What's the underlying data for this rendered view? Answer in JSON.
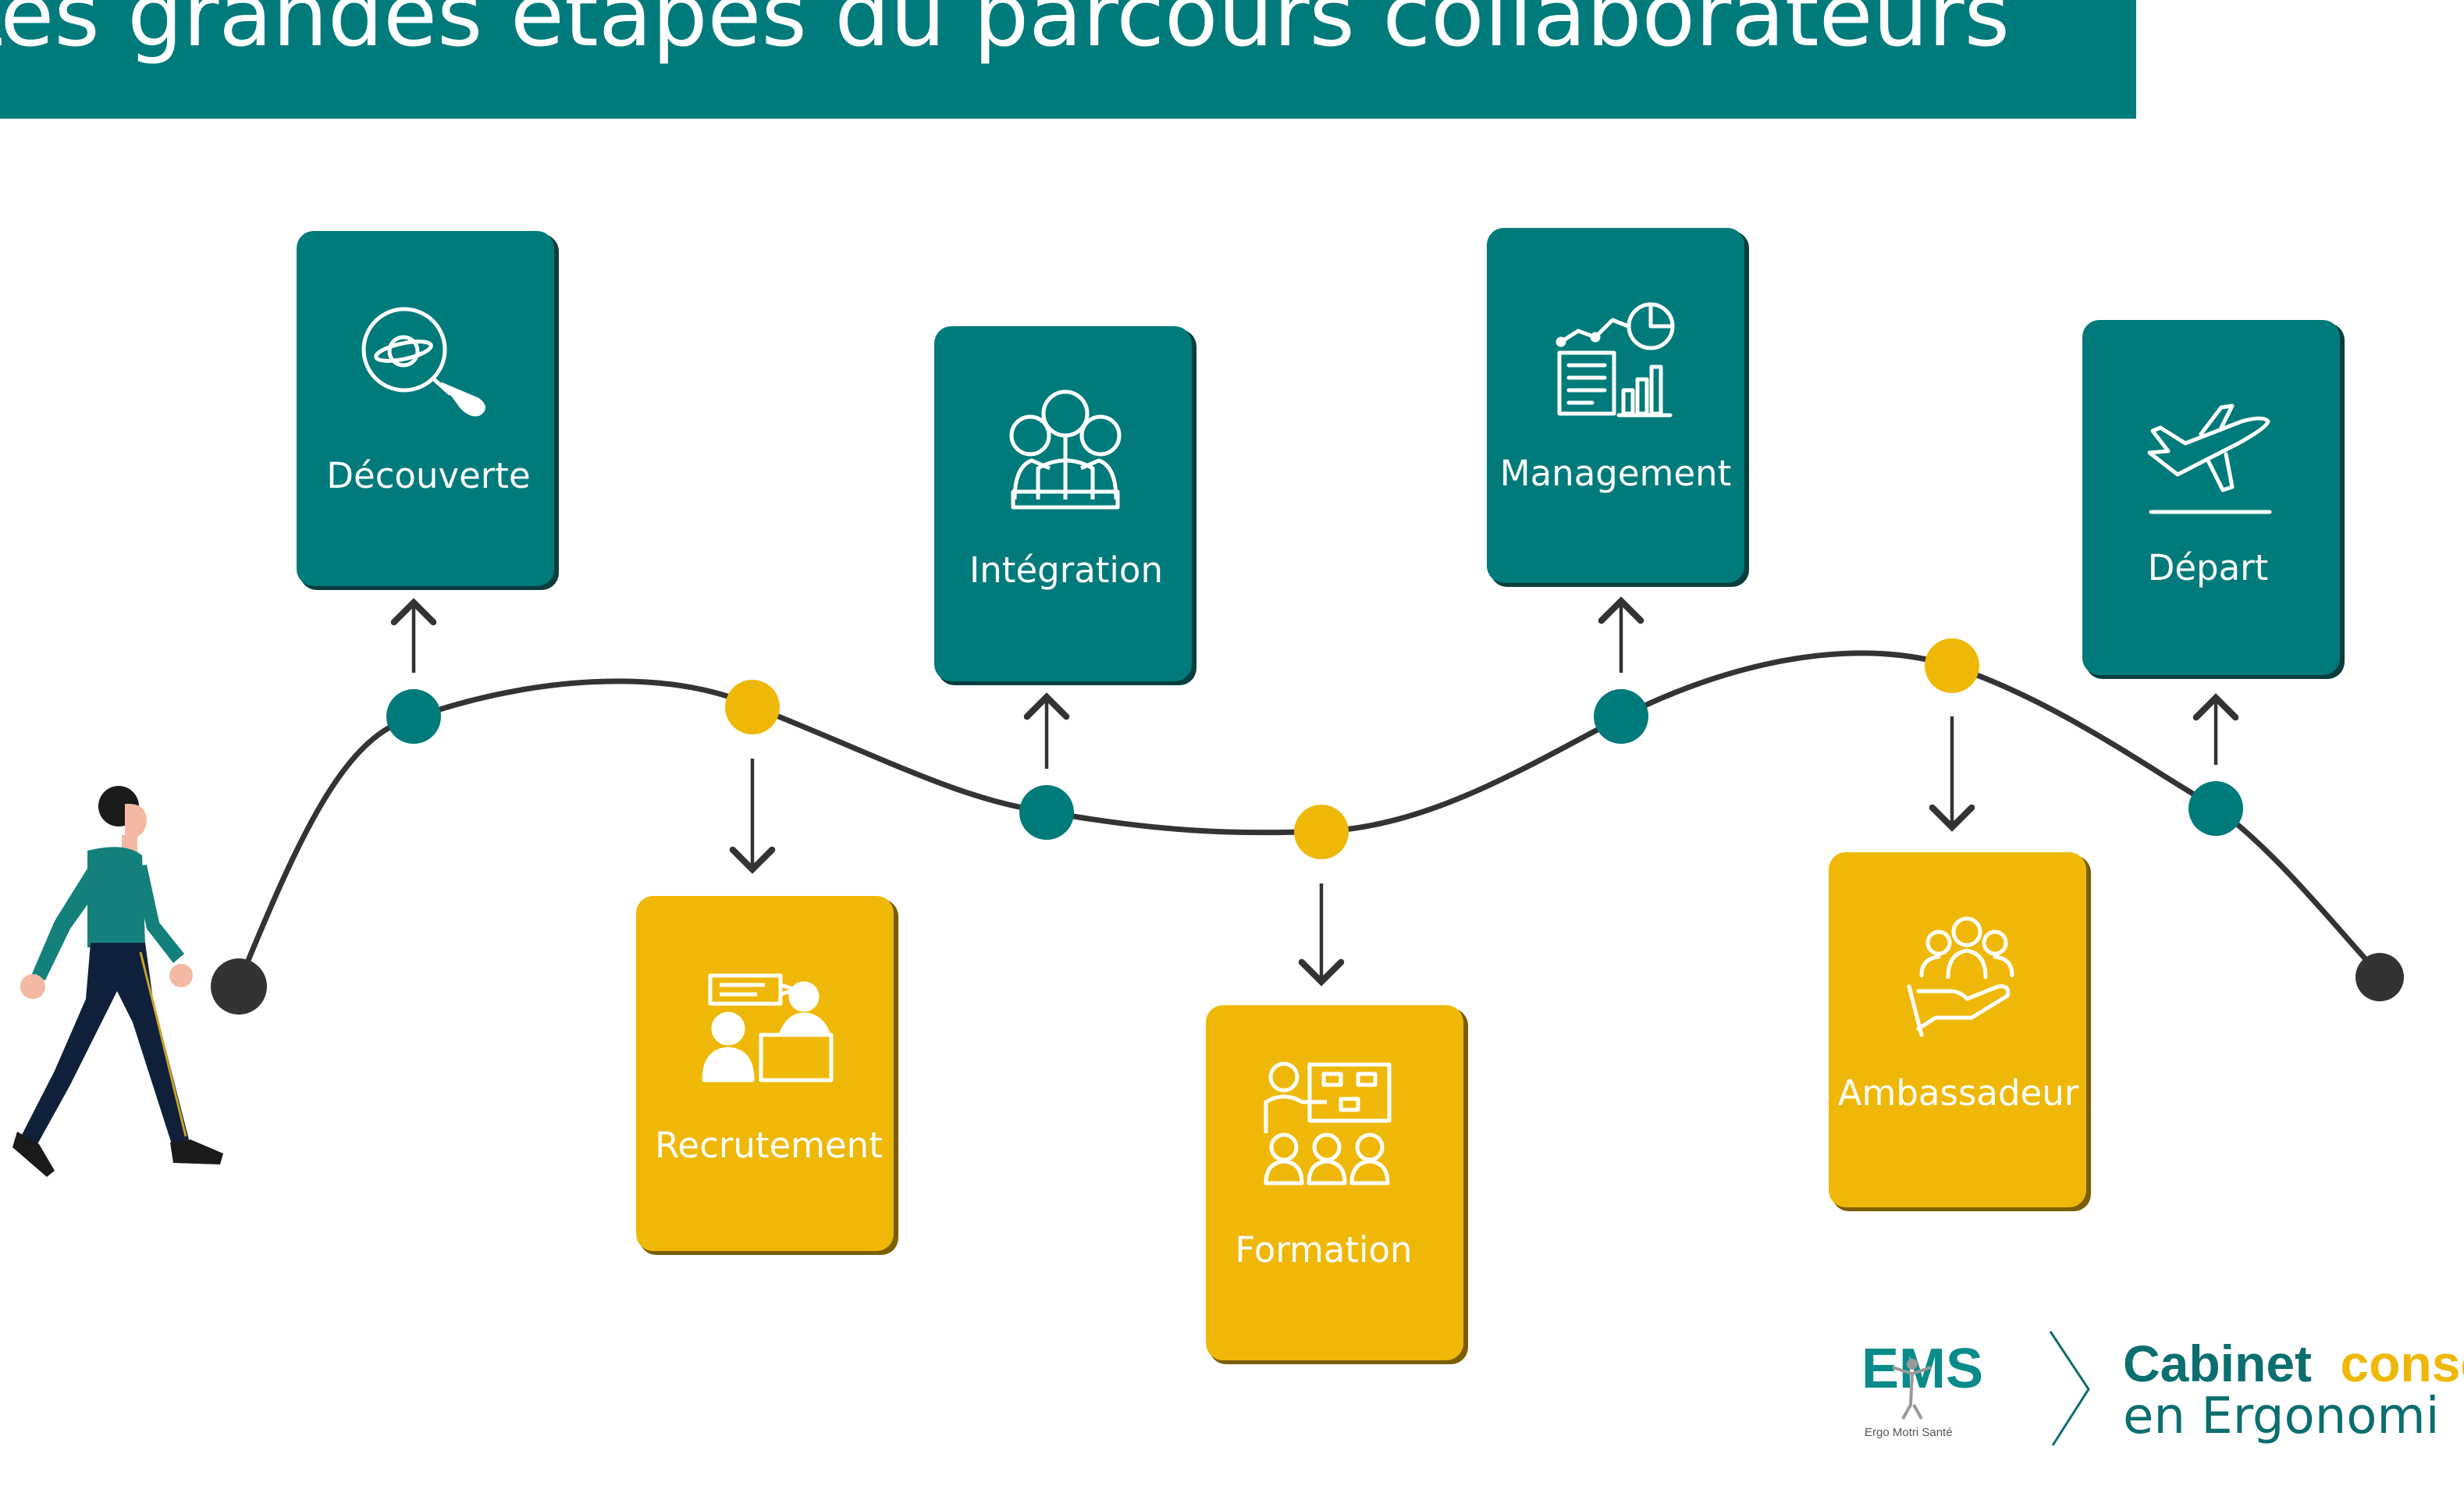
{
  "title": "Les grandes étapes du parcours collaborateurs",
  "colors": {
    "teal": "#007a7a",
    "yellow": "#efb809",
    "ink": "#333333",
    "white": "#ffffff",
    "skin": "#f3b9a3"
  },
  "stages": [
    {
      "label": "Découverte",
      "color": "teal",
      "icon": "planet-magnifier-icon"
    },
    {
      "label": "Recrutement",
      "color": "yellow",
      "icon": "interview-icon"
    },
    {
      "label": "Intégration",
      "color": "teal",
      "icon": "team-group-icon"
    },
    {
      "label": "Formation",
      "color": "yellow",
      "icon": "training-presentation-icon"
    },
    {
      "label": "Management",
      "color": "teal",
      "icon": "analytics-report-icon"
    },
    {
      "label": "Ambassadeur",
      "color": "yellow",
      "icon": "ambassador-hand-icon"
    },
    {
      "label": "Départ",
      "color": "teal",
      "icon": "airplane-departure-icon"
    }
  ],
  "footer": {
    "logo_text": "EMS",
    "logo_caption": "Ergo Motri Santé",
    "tagline_word1": "Cabinet",
    "tagline_word2": "conse",
    "tagline_line2": "en Ergonomi"
  }
}
